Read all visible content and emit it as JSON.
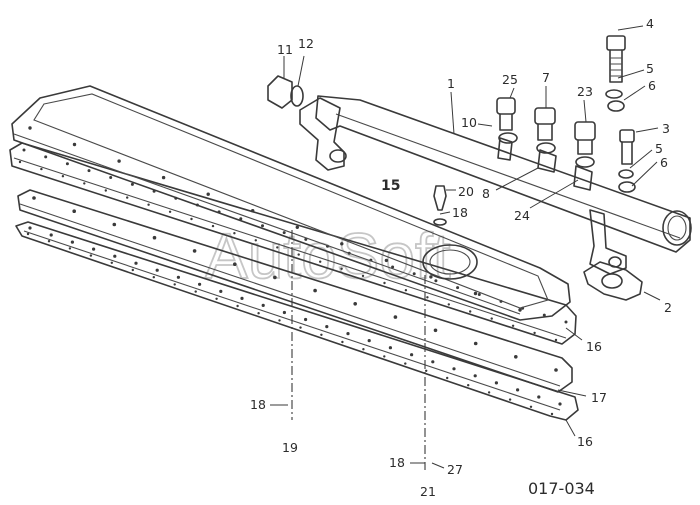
{
  "diagram": {
    "drawing_code": "017-034",
    "watermark": "AutoSoft",
    "callouts": {
      "c1": "1",
      "c2": "2",
      "c3": "3",
      "c4": "4",
      "c5a": "5",
      "c5b": "5",
      "c6a": "6",
      "c6b": "6",
      "c7": "7",
      "c8": "8",
      "c10": "10",
      "c11": "11",
      "c12": "12",
      "c15": "15",
      "c16a": "16",
      "c16b": "16",
      "c17": "17",
      "c18a": "18",
      "c18b": "18",
      "c18c": "18",
      "c19": "19",
      "c20": "20",
      "c21": "21",
      "c23": "23",
      "c24": "24",
      "c25": "25",
      "c27": "27"
    }
  }
}
